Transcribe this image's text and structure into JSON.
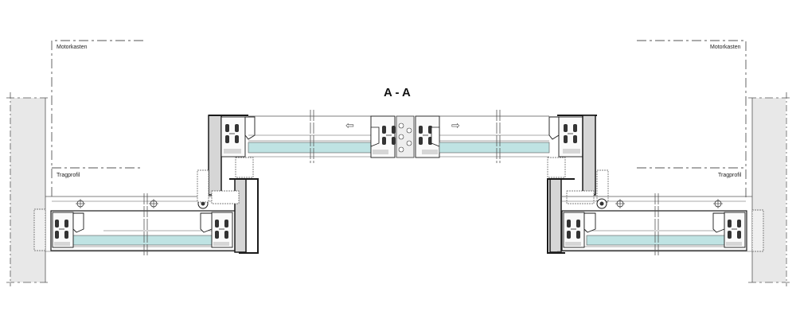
{
  "drawing": {
    "section_title": "A - A",
    "labels": {
      "motor_box_left": "Motorkasten",
      "motor_box_right": "Motorkasten",
      "support_profile_left": "Tragprofil",
      "support_profile_right": "Tragprofil"
    },
    "arrows": {
      "left_leaf": "⇦",
      "right_leaf": "⇨"
    },
    "colors": {
      "glass": "#bfe3e3",
      "wall": "#e8e8e8",
      "profile_fill": "#d6d6d6",
      "line": "#1a1a1a",
      "thin_line": "#555555"
    }
  }
}
